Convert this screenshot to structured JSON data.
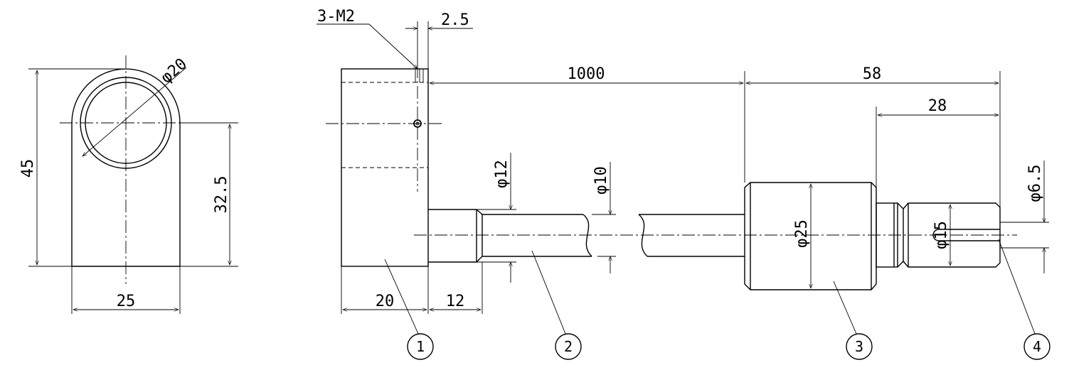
{
  "front_view": {
    "diameter_label": "φ20",
    "height_label": "45",
    "center_height_label": "32.5",
    "width_label": "25"
  },
  "side_view": {
    "thread_label": "3-M2",
    "thread_offset_label": "2.5",
    "cable_length_label": "1000",
    "overall_connector_label": "58",
    "plug_length_label": "28",
    "body_width_label": "20",
    "boot_length_label": "12",
    "boot_diameter_label": "φ12",
    "cable_diameter_label": "φ10",
    "connector_diameter_label": "φ25",
    "plug_diameter_label": "φ15",
    "pin_diameter_label": "φ6.5"
  },
  "part_callouts": [
    "1",
    "2",
    "3",
    "4"
  ]
}
